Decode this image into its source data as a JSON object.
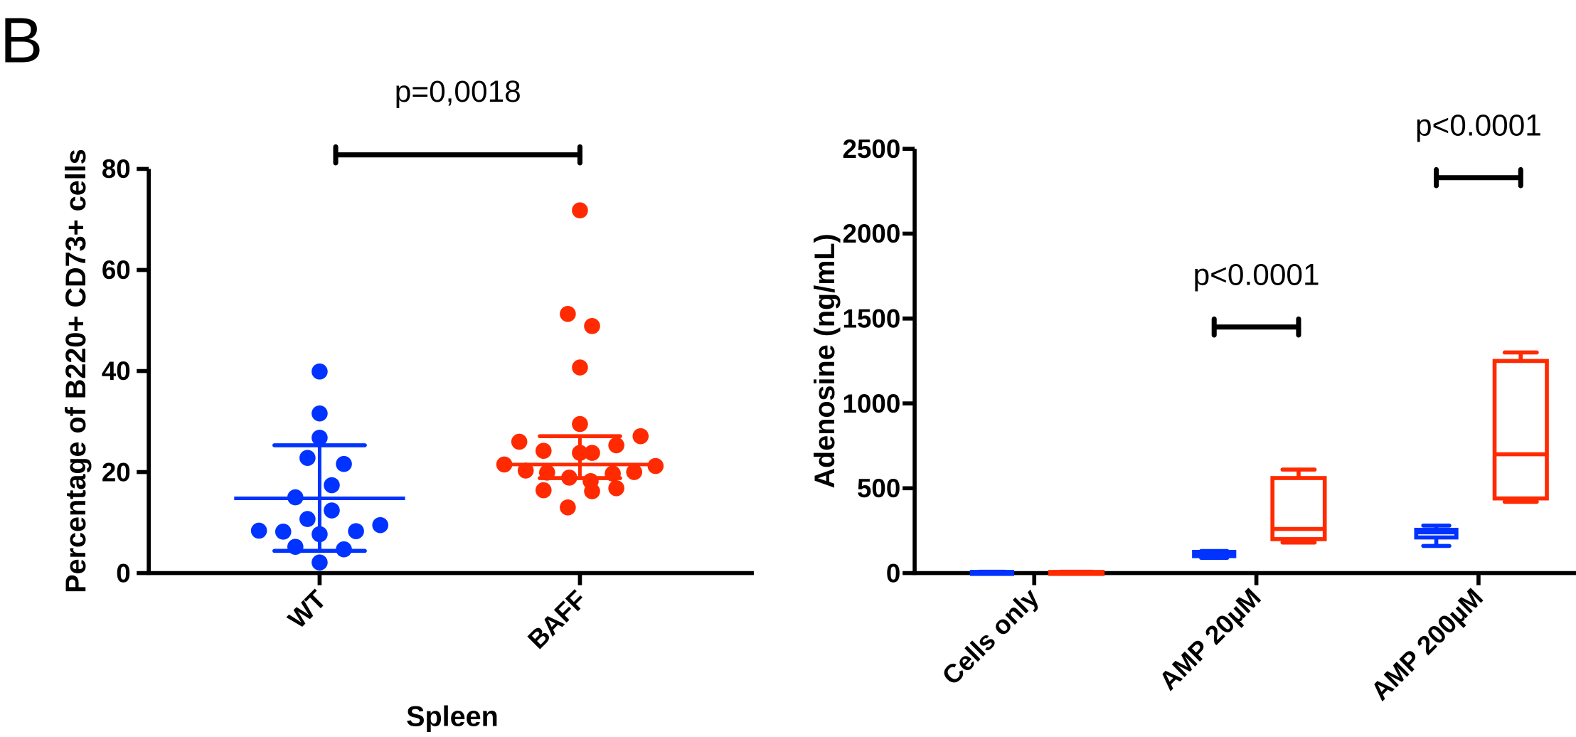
{
  "panel_label": "B",
  "colors": {
    "wt": "#0033ff",
    "baff": "#ff2a00",
    "axis": "#000000"
  },
  "chart_data": [
    {
      "type": "scatter",
      "title": "",
      "xlabel": "Spleen",
      "ylabel": "Percentage of B220+ CD73+ cells",
      "ylim": [
        0,
        80
      ],
      "yticks": [
        "0",
        "20",
        "40",
        "60",
        "80"
      ],
      "categories": [
        "WT",
        "BAFF"
      ],
      "series": [
        {
          "name": "WT",
          "values": [
            39.9,
            31.6,
            26.8,
            22.8,
            21.6,
            17.4,
            15.0,
            12.4,
            10.7,
            8.4,
            8.2,
            8.3,
            9.5,
            7.7,
            5.2,
            4.7,
            2.1
          ],
          "mean": 14.8,
          "sd_upper": 25.3,
          "sd_lower": 4.4
        },
        {
          "name": "BAFF",
          "values": [
            71.8,
            51.3,
            48.9,
            40.7,
            29.5,
            26.0,
            27.1,
            24.2,
            23.8,
            23.8,
            25.3,
            21.5,
            21.2,
            20.3,
            19.9,
            19.7,
            20.0,
            18.9,
            18.2,
            16.4,
            16.2,
            16.8,
            13.0
          ],
          "mean": 21.5,
          "sd_upper": 27.1,
          "sd_lower": 18.8
        }
      ],
      "annotations": [
        {
          "text": "p=0,0018",
          "between": [
            "WT",
            "BAFF"
          ],
          "y": 83
        }
      ]
    },
    {
      "type": "box",
      "title": "",
      "xlabel": "",
      "ylabel": "Adenosine (ng/mL)",
      "ylim": [
        0,
        2500
      ],
      "yticks": [
        "0",
        "500",
        "1000",
        "1500",
        "2000",
        "2500"
      ],
      "categories": [
        "Cells only",
        "AMP 20µM",
        "AMP 200µM"
      ],
      "series": [
        {
          "name": "WT",
          "boxes": [
            {
              "min": 2,
              "q1": 3,
              "median": 5,
              "q3": 7,
              "max": 8
            },
            {
              "min": 90,
              "q1": 100,
              "median": 115,
              "q3": 125,
              "max": 130
            },
            {
              "min": 160,
              "q1": 210,
              "median": 240,
              "q3": 255,
              "max": 280
            }
          ]
        },
        {
          "name": "BAFF",
          "boxes": [
            {
              "min": 2,
              "q1": 3,
              "median": 5,
              "q3": 7,
              "max": 8
            },
            {
              "min": 180,
              "q1": 200,
              "median": 260,
              "q3": 560,
              "max": 610
            },
            {
              "min": 420,
              "q1": 440,
              "median": 700,
              "q3": 1250,
              "max": 1300
            }
          ]
        }
      ],
      "annotations": [
        {
          "text": "p<0.0001",
          "category": "AMP 20µM",
          "y": 1450
        },
        {
          "text": "p<0.0001",
          "category": "AMP 200µM",
          "y": 2330
        }
      ]
    }
  ]
}
